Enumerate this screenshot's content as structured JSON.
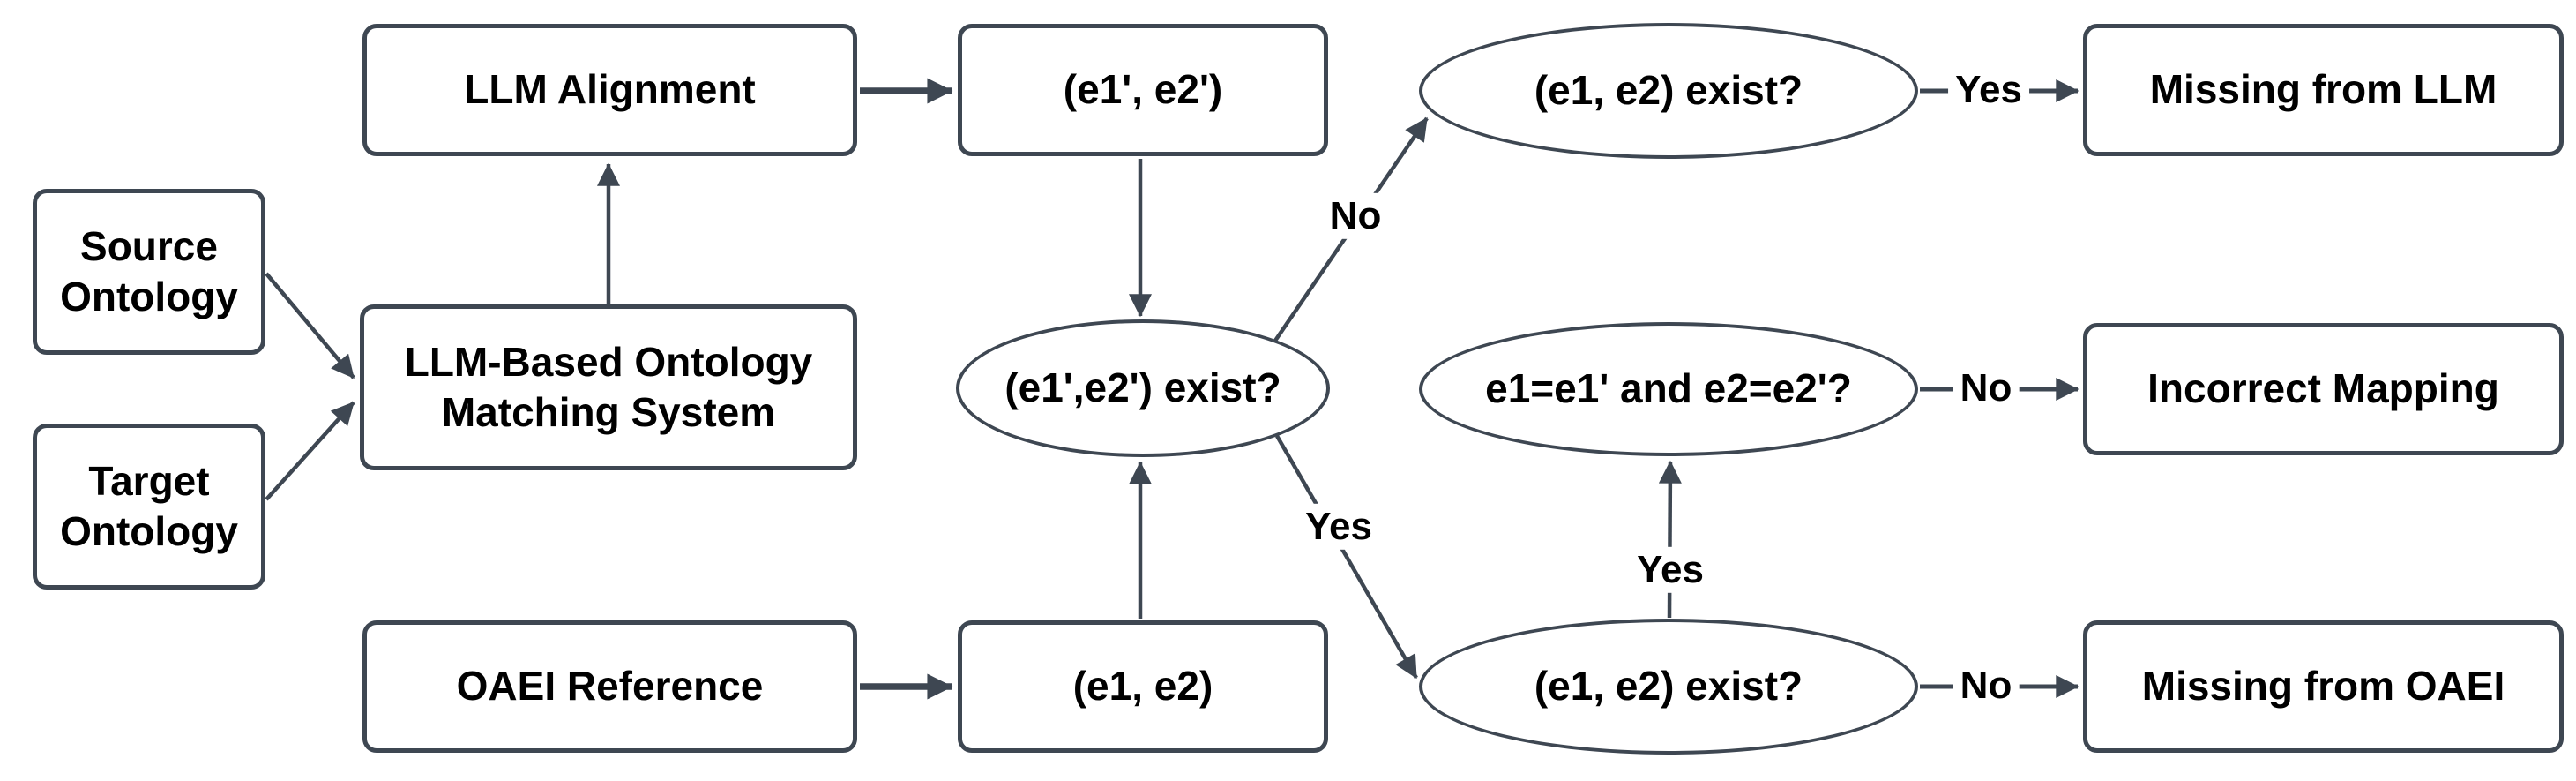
{
  "colors": {
    "stroke": "#3e4752",
    "text": "#000000",
    "background": "#ffffff"
  },
  "nodes": {
    "source_ontology": {
      "label": "Source Ontology"
    },
    "target_ontology": {
      "label": "Target Ontology"
    },
    "llm_alignment": {
      "label": "LLM Alignment"
    },
    "matching_system": {
      "label": "LLM-Based Ontology Matching System"
    },
    "oaei_reference": {
      "label": "OAEI Reference"
    },
    "llm_pair": {
      "label": "(e1', e2')"
    },
    "oaei_pair": {
      "label": "(e1, e2)"
    },
    "decision_center": {
      "label": "(e1',e2') exist?"
    },
    "decision_top": {
      "label": "(e1, e2) exist?"
    },
    "decision_mid": {
      "label": "e1=e1' and e2=e2'?"
    },
    "decision_bottom": {
      "label": "(e1, e2) exist?"
    },
    "missing_from_llm": {
      "label": "Missing from LLM"
    },
    "incorrect_mapping": {
      "label": "Incorrect Mapping"
    },
    "missing_from_oaei": {
      "label": "Missing from OAEI"
    }
  },
  "edges": {
    "center_to_top": {
      "label": "No"
    },
    "center_to_bottom": {
      "label": "Yes"
    },
    "top_to_missing_llm": {
      "label": "Yes"
    },
    "mid_to_incorrect": {
      "label": "No"
    },
    "bottom_to_missing_oaei": {
      "label": "No"
    },
    "bottom_to_mid": {
      "label": "Yes"
    }
  }
}
